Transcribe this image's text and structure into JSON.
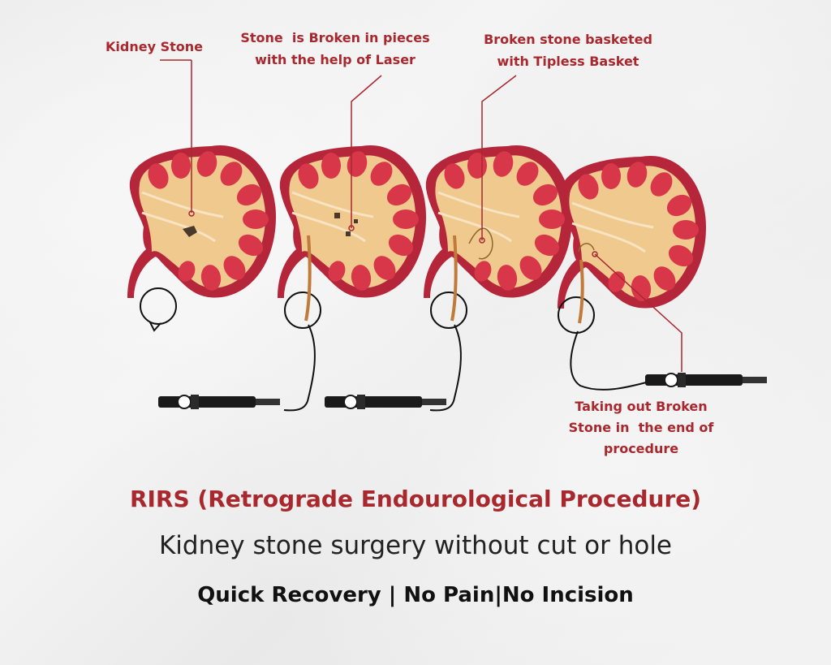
{
  "labels": {
    "kidney_stone": "Kidney Stone",
    "laser_line1": "Stone  is Broken in pieces",
    "laser_line2": "with the help of Laser",
    "basket_line1": "Broken stone basketed",
    "basket_line2": "with Tipless Basket",
    "taking_out_line1": "Taking out Broken",
    "taking_out_line2": "Stone in  the end of",
    "taking_out_line3": "procedure"
  },
  "title": "RIRS (Retrograde Endourological Procedure)",
  "subtitle": "Kidney stone surgery without cut or hole",
  "tagline": "Quick Recovery | No Pain|No Incision",
  "colors": {
    "accent": "#a8282e",
    "kidney_outer": "#b5263a",
    "kidney_inner": "#f0c98f",
    "calyx": "#d8374a"
  }
}
